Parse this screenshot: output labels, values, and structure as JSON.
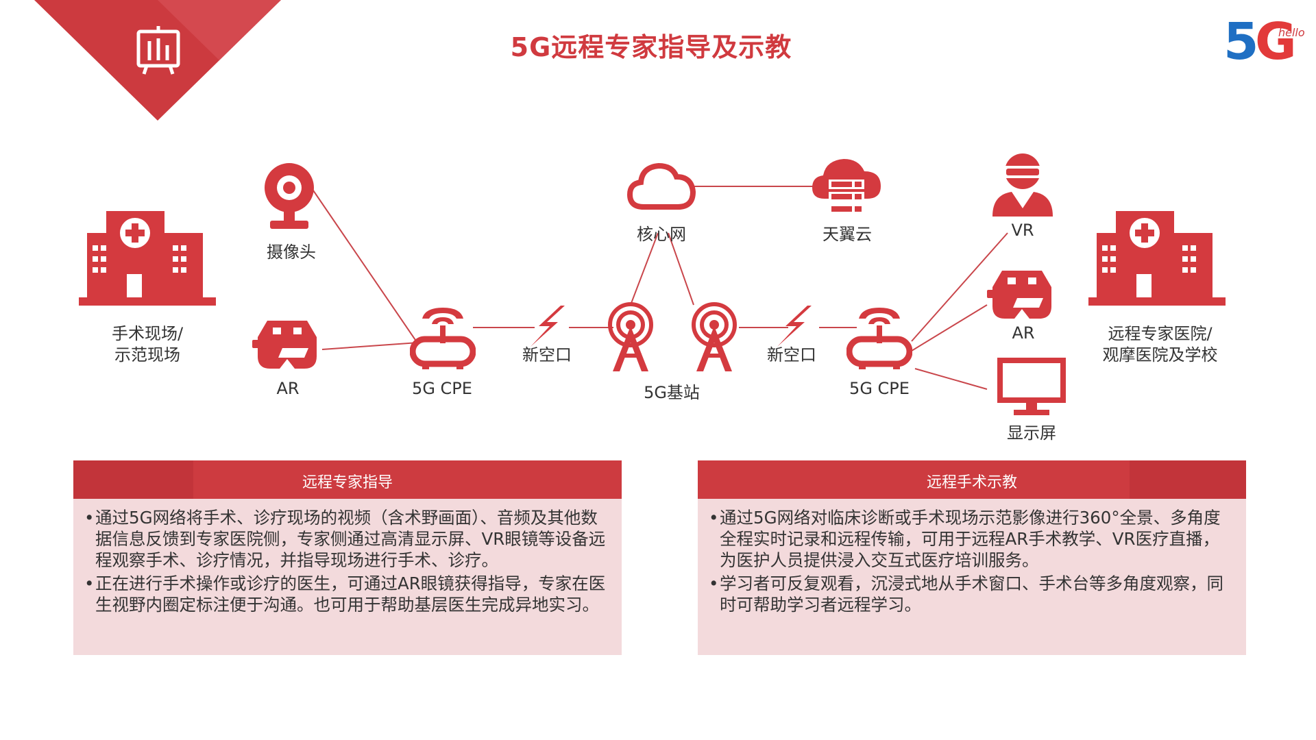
{
  "title": "5G远程专家指导及示教",
  "logo": {
    "text_5": "5",
    "text_g": "G",
    "text_hello": "hello"
  },
  "colors": {
    "accent": "#d03a3f",
    "panel_bg": "#f3dadc",
    "line": "#c9464b"
  },
  "diagram": {
    "left_hospital": {
      "icon": "hospital-icon",
      "label_line1": "手术现场/",
      "label_line2": "示范现场"
    },
    "camera": {
      "icon": "webcam-icon",
      "label": "摄像头"
    },
    "ar_left": {
      "icon": "ar-glasses-icon",
      "label": "AR"
    },
    "cpe_left": {
      "icon": "router-icon",
      "label": "5G CPE"
    },
    "air_left": {
      "icon": "lightning-icon",
      "label": "新空口"
    },
    "core": {
      "icon": "cloud-icon",
      "label": "核心网"
    },
    "tianyi": {
      "icon": "server-cloud-icon",
      "label": "天翼云"
    },
    "base_station": {
      "icon": "tower-icon",
      "label": "5G基站"
    },
    "air_right": {
      "icon": "lightning-icon",
      "label": "新空口"
    },
    "cpe_right": {
      "icon": "router-icon",
      "label": "5G CPE"
    },
    "vr": {
      "icon": "vr-user-icon",
      "label": "VR"
    },
    "ar_right": {
      "icon": "ar-glasses-icon",
      "label": "AR"
    },
    "display": {
      "icon": "monitor-icon",
      "label": "显示屏"
    },
    "right_hospital": {
      "icon": "hospital-icon",
      "label_line1": "远程专家医院/",
      "label_line2": "观摩医院及学校"
    }
  },
  "panels": [
    {
      "header": "远程专家指导",
      "bullets": [
        "通过5G网络将手术、诊疗现场的视频（含术野画面）、音频及其他数据信息反馈到专家医院侧，专家侧通过高清显示屏、VR眼镜等设备远程观察手术、诊疗情况，并指导现场进行手术、诊疗。",
        "正在进行手术操作或诊疗的医生，可通过AR眼镜获得指导，专家在医生视野内圈定标注便于沟通。也可用于帮助基层医生完成异地实习。"
      ]
    },
    {
      "header": "远程手术示教",
      "bullets": [
        "通过5G网络对临床诊断或手术现场示范影像进行360°全景、多角度全程实时记录和远程传输，可用于远程AR手术教学、VR医疗直播，为医护人员提供浸入交互式医疗培训服务。",
        "学习者可反复观看，沉浸式地从手术窗口、手术台等多角度观察，同时可帮助学习者远程学习。"
      ]
    }
  ],
  "bullet_glyph": "•"
}
